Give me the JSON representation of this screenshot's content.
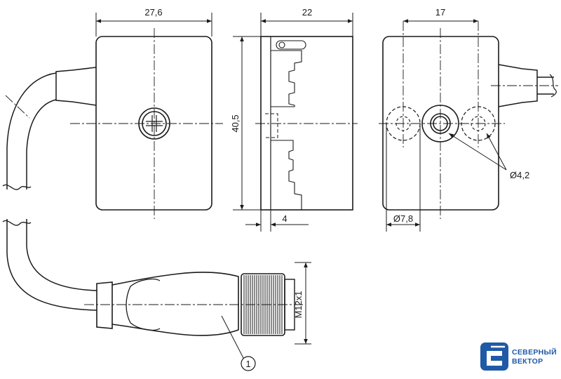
{
  "dimensions": {
    "front_width": "27,6",
    "side_width": "22",
    "height": "40,5",
    "offset": "4",
    "rear_width": "17",
    "hole_diameter": "Ø4,2",
    "counterbore": "Ø7,8",
    "thread": "M12x1"
  },
  "callouts": {
    "item1": "1"
  },
  "logo": {
    "line1": "СЕВЕРНЫЙ",
    "line2": "ВЕКТОР",
    "brand_color": "#1f5aa6"
  },
  "colors": {
    "line": "#1a1a1a",
    "background": "#ffffff"
  }
}
